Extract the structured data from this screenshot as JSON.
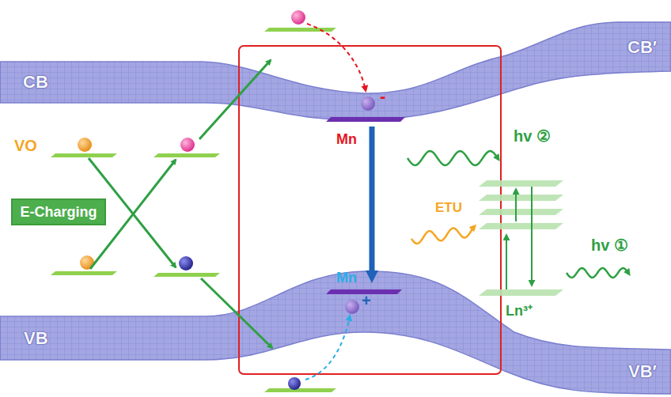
{
  "diagram": {
    "nodes": [
      {
        "text": [
          "E-Charging"
        ]
      }
    ],
    "labels": [
      "CB",
      "CB′",
      "VB",
      "VB′",
      "VO",
      "Mn",
      "Mn",
      "ETU",
      "hv ②",
      "hv ①",
      "Ln³⁺",
      "-",
      "+"
    ]
  }
}
